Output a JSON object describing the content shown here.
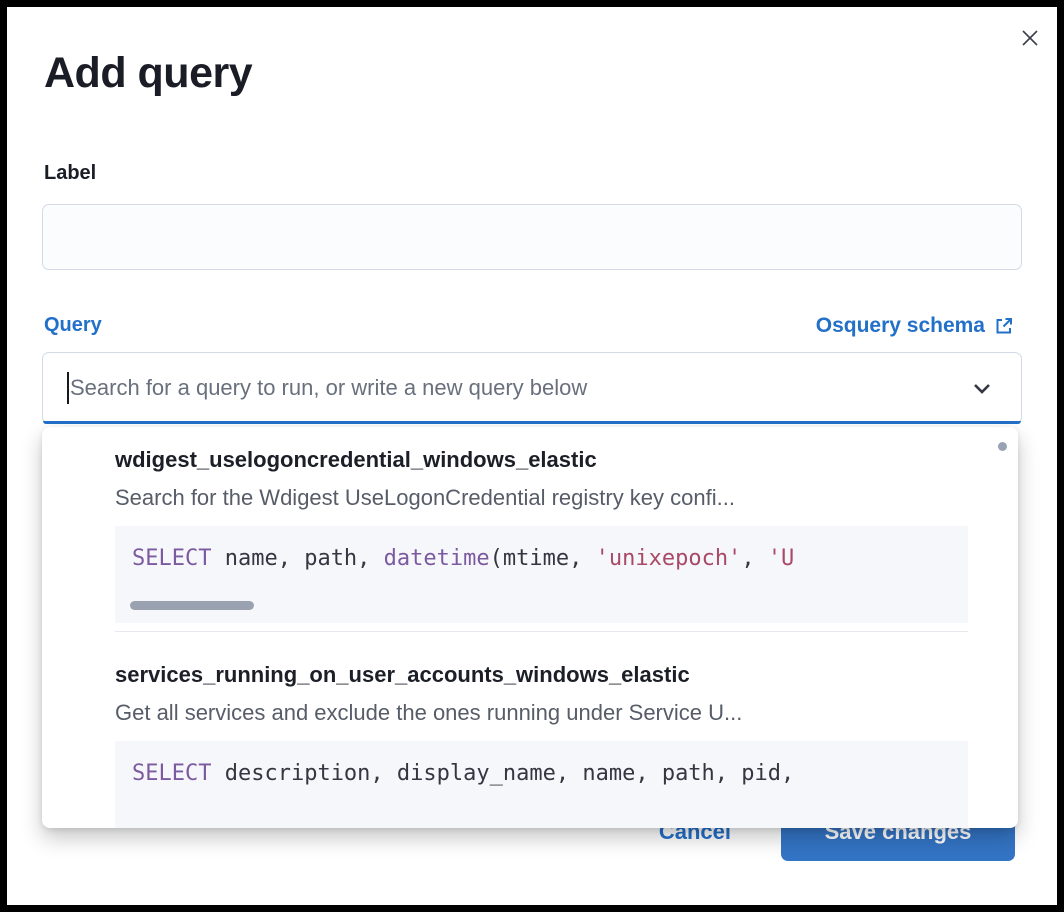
{
  "modal": {
    "title": "Add query",
    "label_field": {
      "label": "Label",
      "value": "",
      "placeholder": ""
    },
    "query_field": {
      "label": "Query",
      "schema_link_label": "Osquery schema",
      "placeholder": "Search for a query to run, or write a new query below",
      "value": ""
    },
    "dropdown": {
      "options": [
        {
          "title": "wdigest_uselogoncredential_windows_elastic",
          "description": "Search for the Wdigest UseLogonCredential registry key confi...",
          "code_tokens": [
            {
              "t": "SELECT",
              "c": "keyword"
            },
            {
              "t": " name, path, ",
              "c": "plain"
            },
            {
              "t": "datetime",
              "c": "keyword"
            },
            {
              "t": "(mtime, ",
              "c": "plain"
            },
            {
              "t": "'unixepoch'",
              "c": "string"
            },
            {
              "t": ", ",
              "c": "plain"
            },
            {
              "t": "'U",
              "c": "string"
            }
          ]
        },
        {
          "title": "services_running_on_user_accounts_windows_elastic",
          "description": "Get all services and exclude the ones running under Service U...",
          "code_tokens": [
            {
              "t": "SELECT",
              "c": "keyword"
            },
            {
              "t": " description, display_name, name, path, pid,",
              "c": "plain"
            }
          ]
        }
      ]
    },
    "footer": {
      "cancel_label": "Cancel",
      "save_label": "Save changes"
    },
    "icons": {
      "close": "close-icon",
      "chevron": "chevron-down-icon",
      "external_link": "external-link-icon"
    },
    "colors": {
      "accent_blue": "#2370c9",
      "button_blue": "#3474c5",
      "keyword_purple": "#7b5aa0",
      "string_red": "#a84a66",
      "code_background": "#f6f7fb",
      "border_gray": "#d3dae6",
      "placeholder_gray": "#69707d"
    }
  }
}
